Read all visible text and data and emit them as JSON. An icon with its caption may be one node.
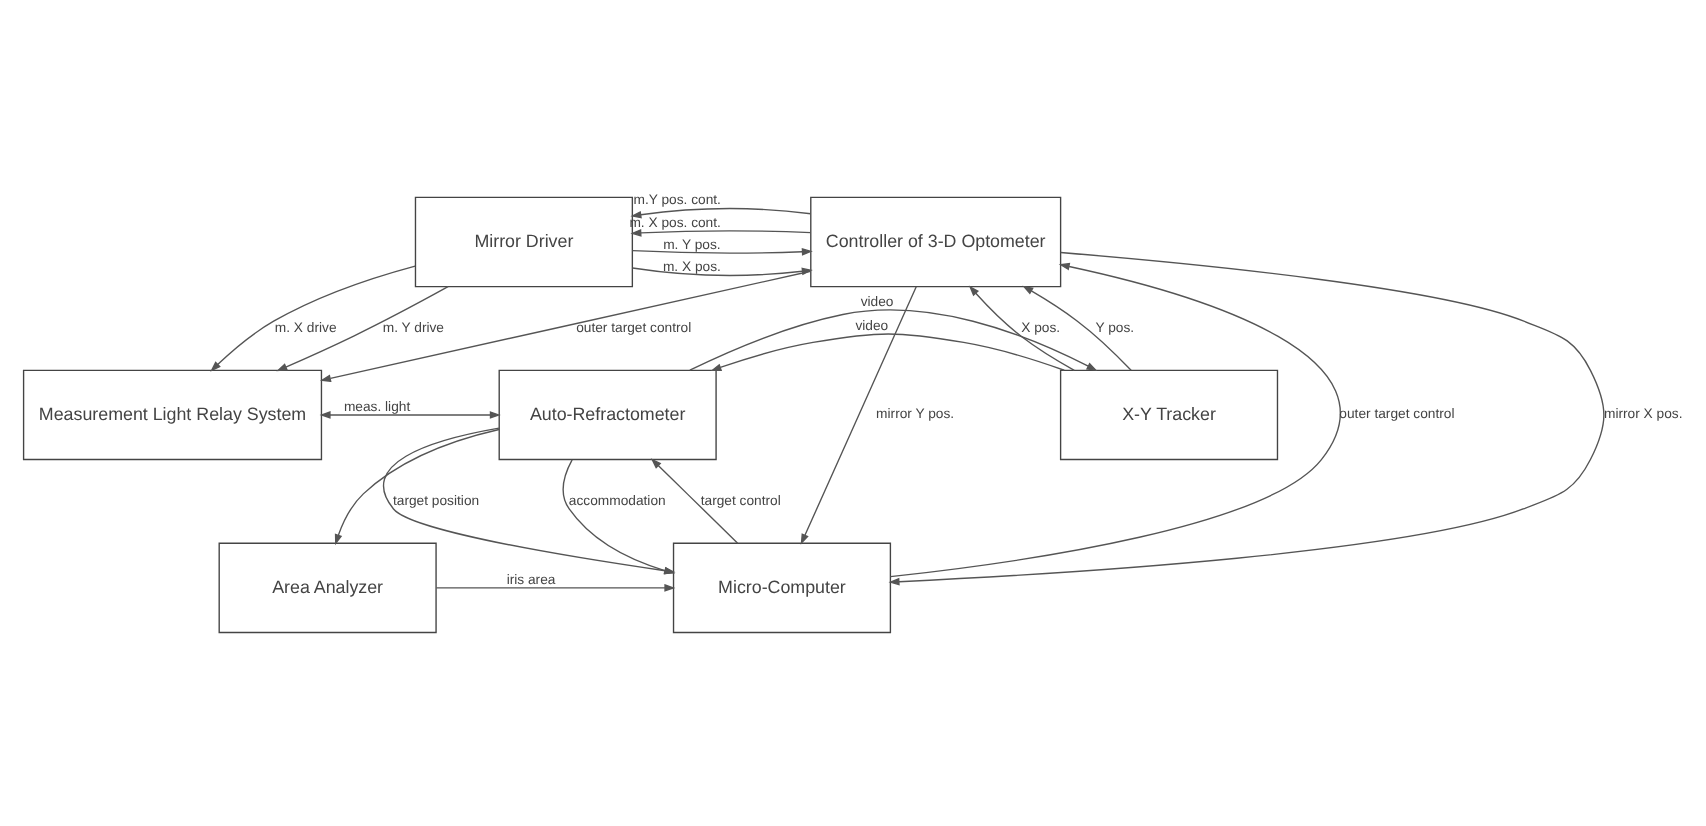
{
  "diagram": {
    "nodes": [
      {
        "text": [
          "Mirror Driver"
        ]
      },
      {
        "text": [
          "Controller of 3-D Optometer"
        ]
      },
      {
        "text": [
          "Measurement Light Relay System"
        ]
      },
      {
        "text": [
          "Auto-Refractometer"
        ]
      },
      {
        "text": [
          "X-Y Tracker"
        ]
      },
      {
        "text": [
          "Area Analyzer"
        ]
      },
      {
        "text": [
          "Micro-Computer"
        ]
      }
    ],
    "edges": [
      {
        "from": 0,
        "to": 2,
        "arrow": "to",
        "label": "m. X drive"
      },
      {
        "from": 0,
        "to": 2,
        "arrow": "to",
        "label": "m. Y drive"
      },
      {
        "from": 0,
        "to": 1,
        "arrow": "to",
        "label": "m. X pos."
      },
      {
        "from": 0,
        "to": 1,
        "arrow": "to",
        "label": "m. Y pos."
      },
      {
        "from": 1,
        "to": 0,
        "arrow": "to",
        "label": "m. X pos. cont."
      },
      {
        "from": 1,
        "to": 0,
        "arrow": "to",
        "label": "m.Y pos. cont."
      },
      {
        "from": 1,
        "to": 2,
        "arrow": "to",
        "label": "outer target control"
      },
      {
        "from": 2,
        "to": 3,
        "arrow": "both",
        "label": "meas. light"
      },
      {
        "from": 4,
        "to": 3,
        "arrow": "to",
        "label": "video"
      },
      {
        "from": 3,
        "to": 4,
        "arrow": "to",
        "label": "video"
      },
      {
        "from": 3,
        "to": 5,
        "arrow": "to"
      },
      {
        "from": 4,
        "to": 1,
        "arrow": "to",
        "label": "X pos."
      },
      {
        "from": 4,
        "to": 1,
        "arrow": "to",
        "label": "Y pos."
      },
      {
        "from": 1,
        "to": 6,
        "arrow": "to",
        "label": "mirror X pos."
      },
      {
        "from": 1,
        "to": 6,
        "arrow": "to",
        "label": "mirror Y pos."
      },
      {
        "from": 6,
        "to": 1,
        "arrow": "to",
        "label": "outer target control"
      },
      {
        "from": 6,
        "to": 3,
        "arrow": "to",
        "label": "target control"
      },
      {
        "from": 3,
        "to": 6,
        "arrow": "to",
        "label": "target position"
      },
      {
        "from": 3,
        "to": 6,
        "arrow": "to",
        "label": "accommodation"
      },
      {
        "from": 5,
        "to": 6,
        "arrow": "to",
        "label": "iris area"
      }
    ]
  }
}
